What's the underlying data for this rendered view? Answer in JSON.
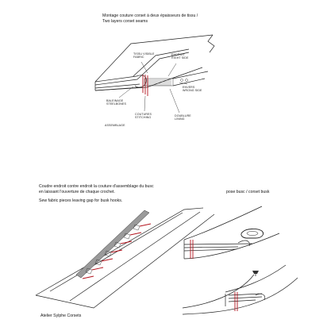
{
  "top_diagram": {
    "title_fr": "Montage couture corset   à deux épaisseurs de tissu  /",
    "title_en": "Two layers corset  seams",
    "labels": {
      "visible_fabric": "TISSU VISIBLE\nFABRIC",
      "right_side": "ENDROIT\nRIGHT SIDE",
      "steel_bones": "BALEINAGE\nSTEELBONES",
      "wrong_side": "ENVERS\nWRONG SIDE",
      "stitching": "COUTURES\nSTITCHING",
      "lining": "DOUBLURE\nLINING",
      "assembly": "ASSEMBLAGE"
    }
  },
  "bottom_left": {
    "note_fr_1": "Coudre endroit contre endroit la couture d'assemblage du busc",
    "note_fr_2": "en laissant l'ouverture de chaque crochet.",
    "note_en": "Sew fabric pieces leaving gap for busk hooks.",
    "credit": "Atelier Sylphe Corsets"
  },
  "bottom_right": {
    "title": "pose busc / corset busk"
  },
  "colors": {
    "ink": "#222222",
    "stitch_red": "#b3121c",
    "busk_grey": "#9a9a9a"
  }
}
